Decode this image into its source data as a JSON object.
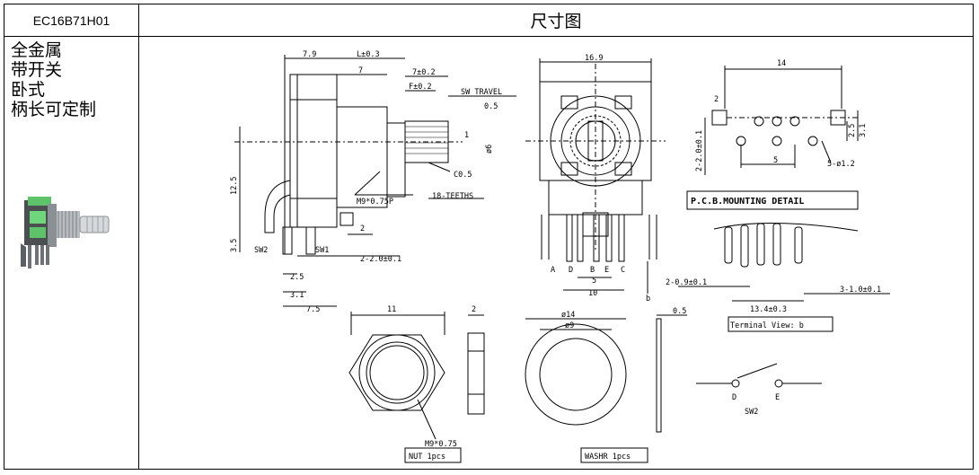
{
  "part_number": "EC16B71H01",
  "title": "尺寸图",
  "features": [
    "全金属",
    "带开关",
    "卧式",
    "柄长可定制"
  ],
  "dims": {
    "d_7_9": "7.9",
    "d_l": "L±0.3",
    "d_7": "7",
    "d_7_02": "7±0.2",
    "d_f": "F±0.2",
    "sw_travel": "SW TRAVEL",
    "sw_travel_val": "0.5",
    "d_1": "1",
    "d_6": "ø6",
    "d_c05": "C0.5",
    "d_12_5": "12.5",
    "d_m9p": "M9*0.75P",
    "d_teeth": "18-TEETHS",
    "d_3_5": "3.5",
    "d_sw2": "SW2",
    "d_sw1": "SW1",
    "d_2": "2",
    "d_2_20": "2-2.0±0.1",
    "d_2_5": "2.5",
    "d_3_1": "3.1",
    "d_7_5": "7.5",
    "d_16_9": "16.9",
    "pin_a": "A",
    "pin_d": "D",
    "pin_b": "B",
    "pin_e": "E",
    "pin_c": "C",
    "d_5": "5",
    "d_10": "10",
    "d_b": "b",
    "d_14": "14",
    "d_pcb_2": "2",
    "d_2_20v": "2-2.0±0.1",
    "d_2_5v": "2.5",
    "d_3_1v": "3.1",
    "d_5h": "5",
    "d_5_12": "5-ø1.2",
    "pcb_detail": "P.C.B.MOUNTING DETAIL",
    "d_2_09": "2-0.9±0.1",
    "d_13_4": "13.4±0.3",
    "d_3_10": "3-1.0±0.1",
    "terminal_view": "Terminal View: b",
    "d_11": "11",
    "d_nut2": "2",
    "d_m9": "M9*0.75",
    "nut": "NUT 1pcs",
    "d_14w": "ø14",
    "d_9w": "ø9",
    "d_05w": "0.5",
    "washer": "WASHR  1pcs",
    "sw_d": "D",
    "sw_e": "E",
    "sw_2": "SW2"
  }
}
